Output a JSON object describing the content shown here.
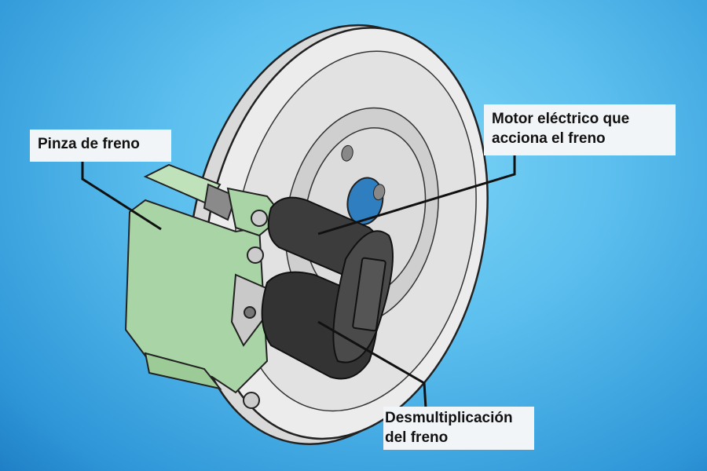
{
  "labels": {
    "caliper": "Pinza de freno",
    "motor_line1": "Motor eléctrico que",
    "motor_line2": "acciona el freno",
    "gear_line1": "Desmultiplicación",
    "gear_line2": "del freno"
  },
  "colors": {
    "background": "#5cbfee",
    "disc": "#e4e4e4",
    "caliper": "#a9d4a6",
    "motor": "#3a3a3a",
    "label_box": "#f2f5f7"
  }
}
